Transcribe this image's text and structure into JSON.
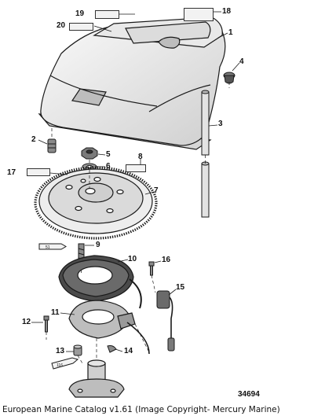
{
  "callouts": [
    "1",
    "2",
    "3",
    "4",
    "5",
    "6",
    "7",
    "8",
    "9",
    "10",
    "11",
    "12",
    "13",
    "14",
    "15",
    "16",
    "17",
    "18",
    "19",
    "20"
  ],
  "figure_number": "34694",
  "caption": "European Marine Catalog v1.61 (Image Copyright- Mercury Marine)",
  "colors": {
    "line": "#1a1a1a",
    "part_light": "#f4f4f4",
    "part_mid": "#d6d6d6",
    "part_dark": "#7a7a7a",
    "label_box": "#f2f2f2"
  }
}
